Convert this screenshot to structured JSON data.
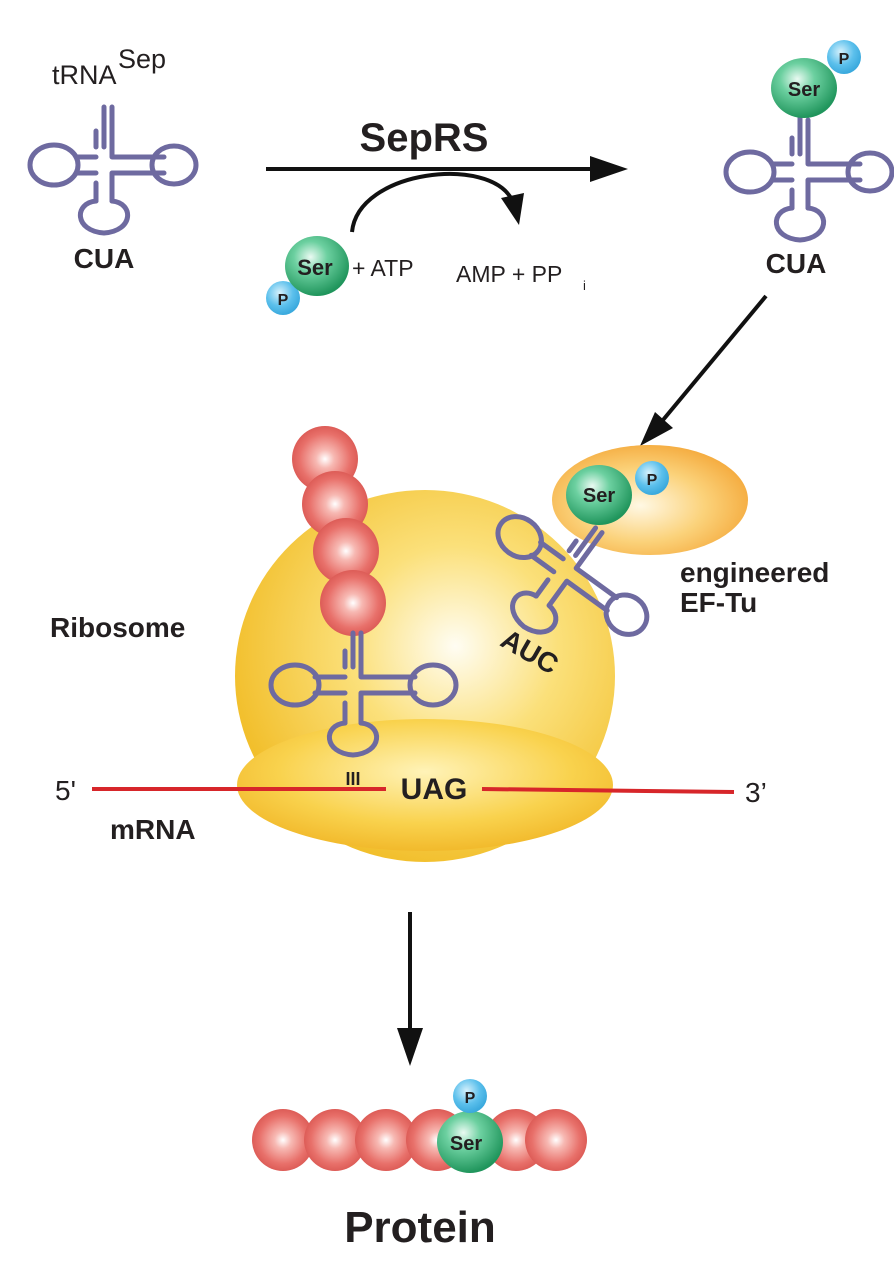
{
  "title": "",
  "labels": {
    "trna": "tRNA",
    "trna_sup": "Sep",
    "anticodon_left": "CUA",
    "enzyme": "SepRS",
    "ser": "Ser",
    "phosphate": "P",
    "plus_atp": "+ ATP",
    "amp_ppi": "AMP + PP",
    "ppi_sub": "i",
    "anticodon_right": "CUA",
    "ribosome": "Ribosome",
    "anticodon_ribosome": "AUC",
    "eftu_line1": "engineered",
    "eftu_line2": "EF-Tu",
    "five_prime": "5'",
    "three_prime": "3’",
    "mrna": "mRNA",
    "codon": "UAG",
    "base_pair": "III",
    "protein": "Protein"
  },
  "colors": {
    "trna": "#6e6aa0",
    "ser_green": "#2fa86e",
    "phosphate_blue": "#4fb8e8",
    "amino_acid_red": "#e8706a",
    "ribosome_yellow": "#f6c83c",
    "eftu_orange": "#f7b54a",
    "mrna_red": "#d7262a",
    "arrow": "#111111"
  }
}
